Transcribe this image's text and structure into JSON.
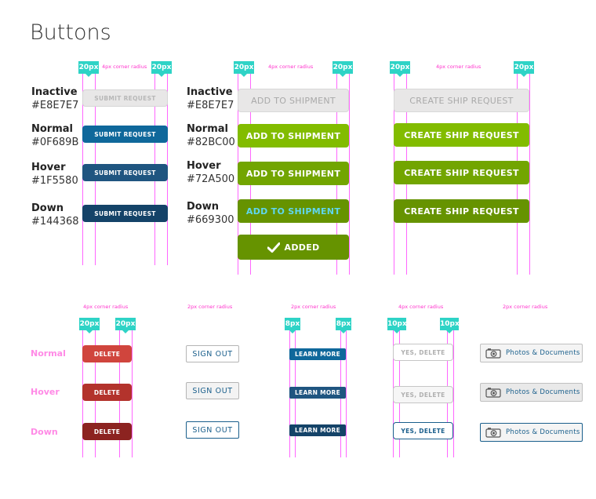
{
  "title": "Buttons",
  "labels": {
    "px20": "20px",
    "px10": "10px",
    "px8": "8px",
    "radius4": "4px corner radius",
    "radius2": "2px corner radius"
  },
  "states": [
    {
      "name": "Inactive",
      "hex": "#E8E7E7"
    },
    {
      "name": "Normal",
      "hex": "#0F689B"
    },
    {
      "name": "Hover",
      "hex": "#1F5580"
    },
    {
      "name": "Down",
      "hex": "#144368"
    }
  ],
  "ship_states": [
    {
      "name": "Inactive",
      "hex": "#E8E7E7"
    },
    {
      "name": "Normal",
      "hex": "#82BC00"
    },
    {
      "name": "Hover",
      "hex": "#72A500"
    },
    {
      "name": "Down",
      "hex": "#669300"
    }
  ],
  "small_states": [
    "Normal",
    "Hover",
    "Down"
  ],
  "buttons": {
    "submit": "SUBMIT REQUEST",
    "add": "ADD TO SHIPMENT",
    "added": "ADDED",
    "create": "CREATE SHIP REQUEST",
    "delete": "DELETE",
    "sign_out": "SIGN OUT",
    "learn_more": "LEARN MORE",
    "yes_delete": "YES, DELETE",
    "photos": "Photos & Documents"
  },
  "colors": {
    "blue_inactive": "#E8E7E7",
    "blue_normal": "#0F689B",
    "blue_hover": "#1F5580",
    "blue_down": "#144368",
    "green_normal": "#82BC00",
    "green_hover": "#72A500",
    "green_down": "#669300",
    "red_normal": "#d0453d",
    "red_hover": "#b3332c",
    "red_down": "#8c2320",
    "guide": "#ff66ff",
    "tag": "#2ed3c6"
  },
  "icons": [
    "checkmark-icon",
    "camera-icon"
  ]
}
